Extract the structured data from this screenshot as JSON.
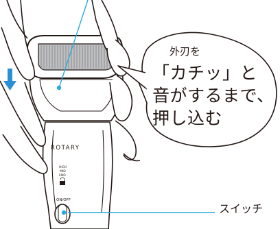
{
  "callout": {
    "small": "外刃を",
    "line1": "「カチッ」と",
    "line2": "音がするまで、",
    "line3": "押し込む"
  },
  "labels": {
    "switch": "スイッチ"
  },
  "device_text": {
    "brand": "ROTARY",
    "mode_high": "HIGH",
    "mode_mid": "MID",
    "mode_end": "END",
    "power": "ON/OFF"
  },
  "colors": {
    "line": "#231815",
    "leader": "#29a9e0",
    "arrow": "#2b8fd6",
    "foil": "#bfc0c2"
  },
  "icons": [
    "down-arrow-icon",
    "lock-icon"
  ]
}
